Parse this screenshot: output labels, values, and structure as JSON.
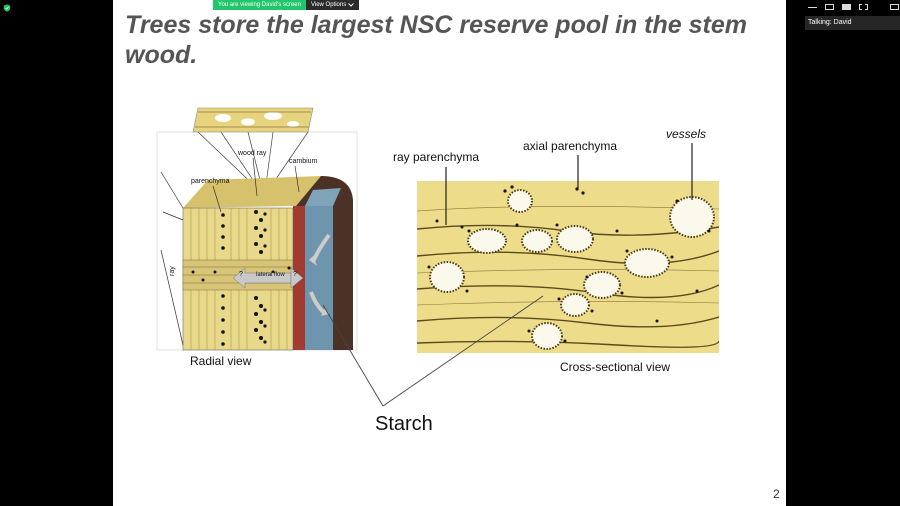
{
  "meeting": {
    "share_banner": "You are viewing David's screen",
    "view_options_label": "View Options",
    "talking_label": "Talking: David"
  },
  "slide": {
    "title": "Trees store the largest NSC reserve pool in the stem wood.",
    "page_number": "2",
    "left_figure": {
      "labels": {
        "wood_ray": "wood ray",
        "cambium": "cambium",
        "parenchyma": "parenchyma",
        "ray": "ray",
        "lateral_flow": "lateral flow",
        "question": "?"
      },
      "caption": "Radial view"
    },
    "right_figure": {
      "labels": {
        "ray_parenchyma": "ray parenchyma",
        "axial_parenchyma": "axial parenchyma",
        "vessels": "vessels"
      },
      "caption": "Cross-sectional view"
    },
    "starch_label": "Starch"
  },
  "colors": {
    "wood_yellow": "#e8d88a",
    "section_yellow": "#eddc8a",
    "cambium_red": "#a23a32",
    "phloem_blue": "#6e95ad",
    "bark_brown": "#4b3126",
    "title_gray": "#555555",
    "share_green": "#21c56b"
  }
}
